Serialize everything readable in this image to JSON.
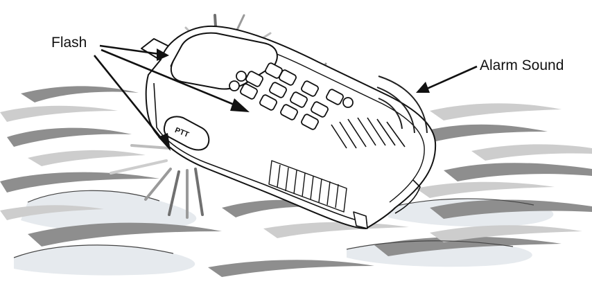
{
  "labels": {
    "flash": "Flash",
    "alarm_sound": "Alarm Sound",
    "ptt_key": "PTT"
  },
  "colors": {
    "wave_dark": "#8e8e8e",
    "wave_light": "#cdcdcd",
    "wave_pale": "#e6eaee",
    "outline": "#111111",
    "flash_ray_dark": "#707070",
    "flash_ray_light": "#bdbdbd"
  },
  "icons": {
    "device": "two-way-radio",
    "water": "waves"
  }
}
